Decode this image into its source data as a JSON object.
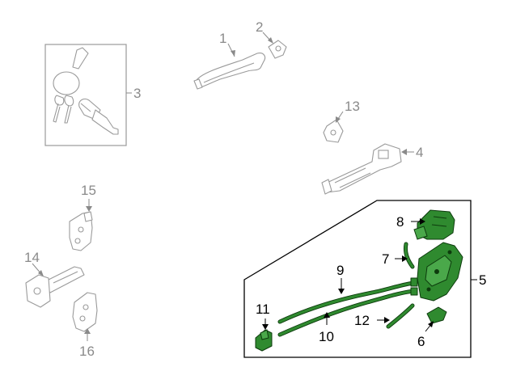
{
  "colors": {
    "highlight_part": "#2f8a2f",
    "highlight_outline": "#0d3b0d",
    "reference_part": "#9a9a9a",
    "callout_grey": "#8a8a8a",
    "callout_dark": "#000000"
  },
  "callouts": {
    "c1": "1",
    "c2": "2",
    "c3": "3",
    "c4": "4",
    "c5": "5",
    "c6": "6",
    "c7": "7",
    "c8": "8",
    "c9": "9",
    "c10": "10",
    "c11": "11",
    "c12": "12",
    "c13": "13",
    "c14": "14",
    "c15": "15",
    "c16": "16"
  }
}
